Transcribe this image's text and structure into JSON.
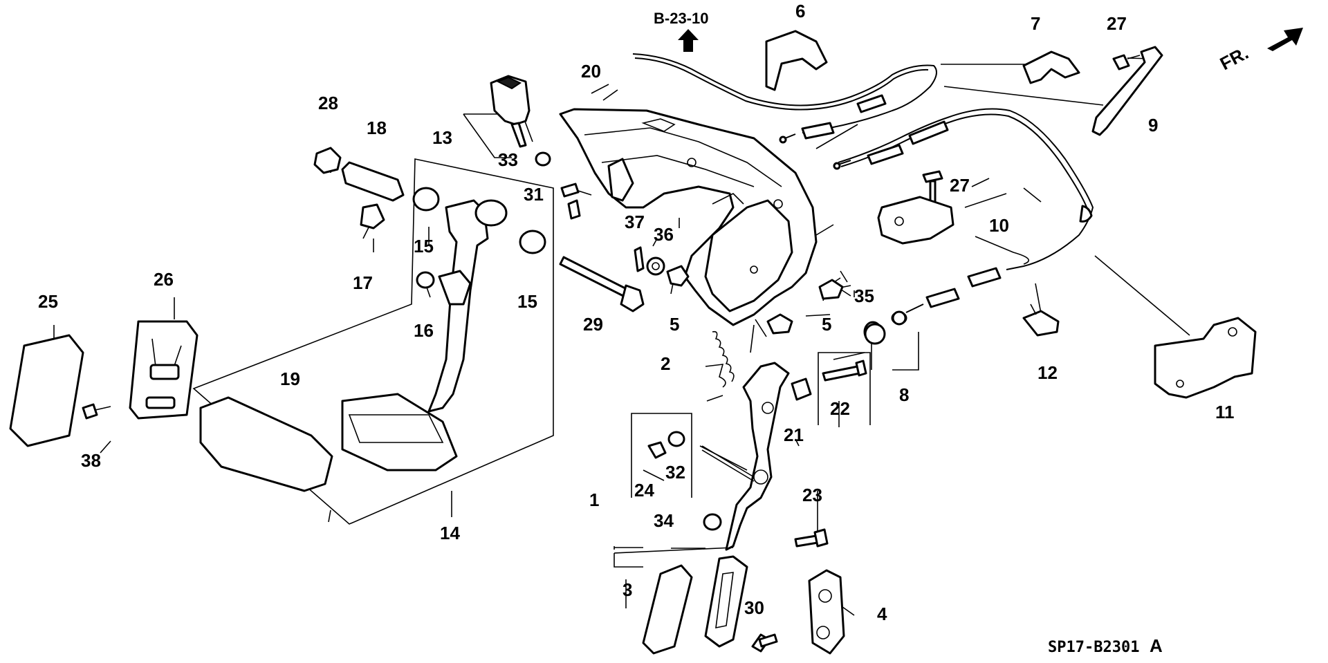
{
  "diagram": {
    "reference": "B-23-10",
    "direction_label": "FR.",
    "drawing_code": "SP17-B2301",
    "drawing_suffix": "A"
  },
  "callouts": {
    "c1": "1",
    "c2": "2",
    "c3": "3",
    "c4": "4",
    "c5a": "5",
    "c5b": "5",
    "c6": "6",
    "c7": "7",
    "c8": "8",
    "c9": "9",
    "c10": "10",
    "c11": "11",
    "c12": "12",
    "c13": "13",
    "c14": "14",
    "c15a": "15",
    "c15b": "15",
    "c16": "16",
    "c17": "17",
    "c18": "18",
    "c19": "19",
    "c20": "20",
    "c21": "21",
    "c22": "22",
    "c23": "23",
    "c24": "24",
    "c25": "25",
    "c26": "26",
    "c27a": "27",
    "c27b": "27",
    "c28": "28",
    "c29": "29",
    "c30": "30",
    "c31": "31",
    "c32": "32",
    "c33": "33",
    "c34": "34",
    "c35": "35",
    "c36": "36",
    "c37": "37",
    "c38": "38"
  }
}
